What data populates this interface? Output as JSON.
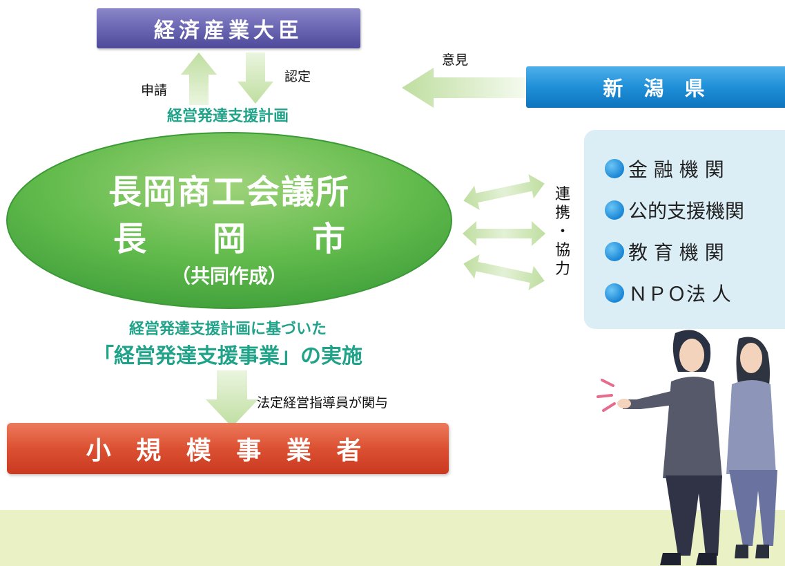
{
  "minister": {
    "label": "経済産業大臣"
  },
  "apply": {
    "label": "申請"
  },
  "certify": {
    "label": "認定"
  },
  "plan": {
    "label": "経営発達支援計画"
  },
  "opinion": {
    "label": "意見"
  },
  "prefecture": {
    "label": "新 潟 県"
  },
  "core": {
    "line1": "長岡商工会議所",
    "line2": "長　　岡　　市",
    "line3": "（共同作成）"
  },
  "partners": {
    "items": [
      {
        "label": "金 融 機 関"
      },
      {
        "label": "公的支援機関"
      },
      {
        "label": "教 育 機 関"
      },
      {
        "label": "ＮＰＯ法 人"
      }
    ]
  },
  "collaboration": {
    "chars": [
      "連",
      "携",
      "・",
      "協",
      "力"
    ]
  },
  "implementation": {
    "line1": "経営発達支援計画に基づいた",
    "line2": "「経営発達支援事業」の実施"
  },
  "advisor": {
    "label": "法定経営指導員が関与"
  },
  "small_business": {
    "label": "小 規 模 事 業 者"
  },
  "colors": {
    "minister": "#6e69b5",
    "prefecture": "#1f8fd8",
    "core_green": "#5cbd4a",
    "small_business": "#dc5032",
    "teal_text": "#21a38a",
    "arrow": "#c9e3ad",
    "partner_bg": "#dbeef6",
    "band": "#eaf2c5"
  }
}
